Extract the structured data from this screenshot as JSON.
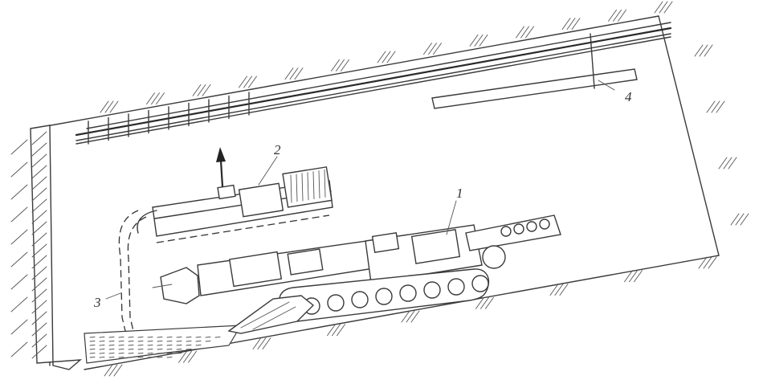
{
  "diagram": {
    "callouts": [
      {
        "id": "1",
        "text": "1"
      },
      {
        "id": "2",
        "text": "2"
      },
      {
        "id": "3",
        "text": "3"
      },
      {
        "id": "4",
        "text": "4"
      }
    ],
    "colors": {
      "line": "#3a3a3a",
      "background": "#ffffff",
      "hatch": "#555555"
    }
  }
}
